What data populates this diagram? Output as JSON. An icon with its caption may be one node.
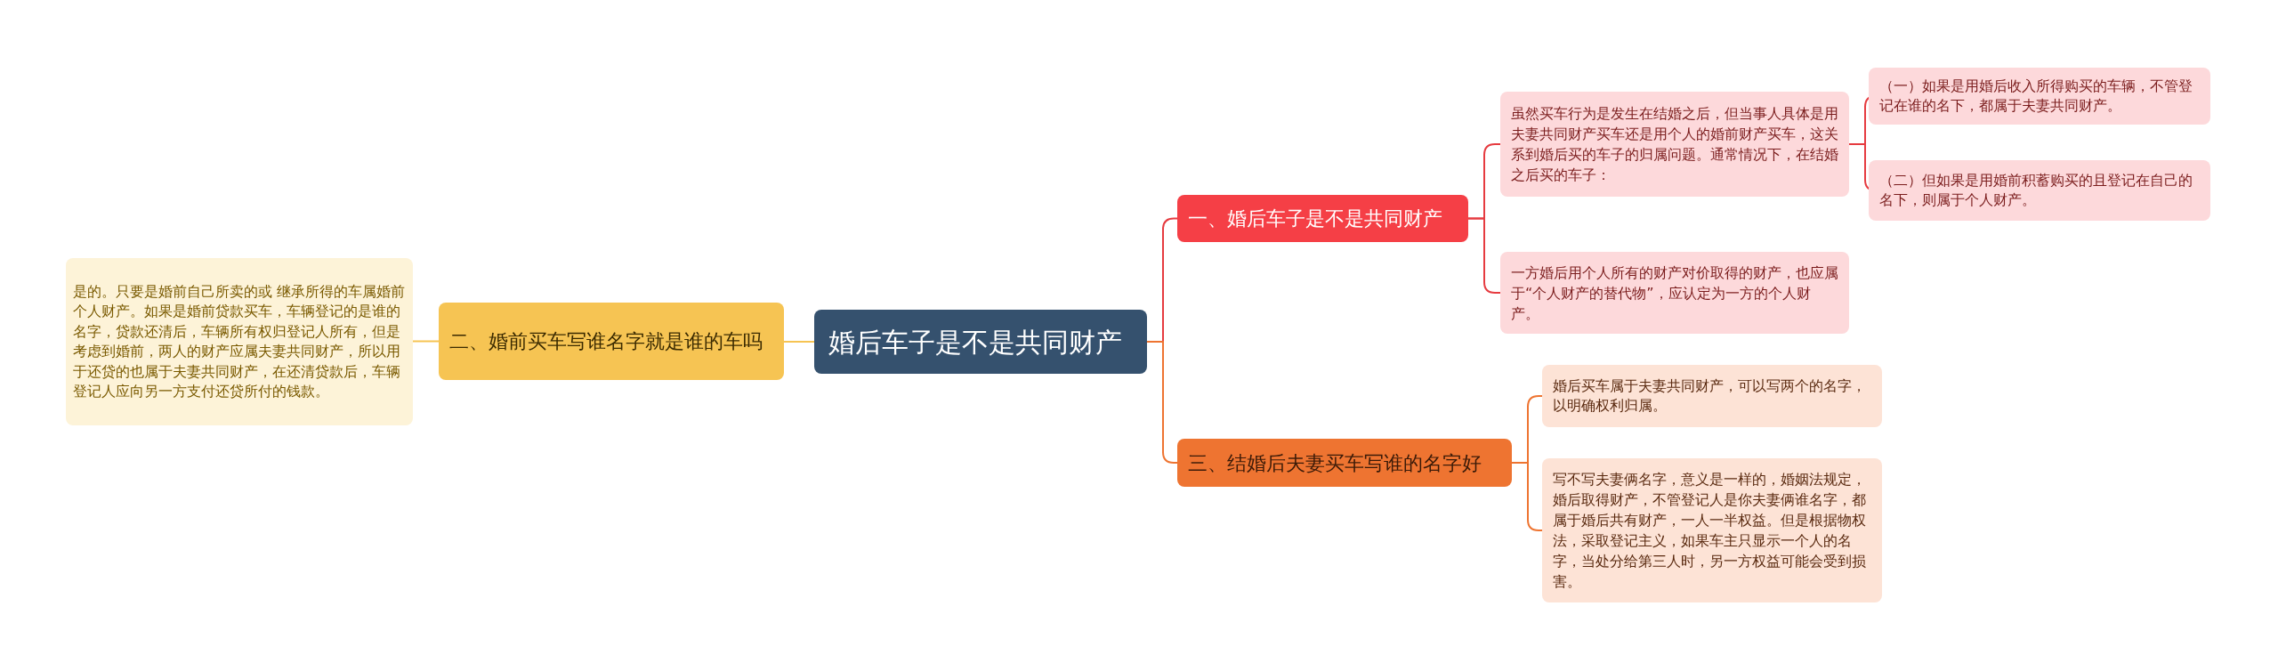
{
  "diagram": {
    "nodes": [
      {
        "text": [
          "婚后车子是不是共同财产"
        ]
      },
      {
        "text": [
          "一、婚后车子是不是共同财产"
        ]
      },
      {
        "text": [
          "虽然买车行为是发生在结婚之后，但当事人具体是用夫妻共同财产买车还是用个人的婚前财产买车，这关系到婚后买的车子的归属问题。通常情况下，在结婚之后买的车子："
        ]
      },
      {
        "text": [
          "（一）如果是用婚后收入所得购买的车辆，不管登记在谁的名下，都属于夫妻共同财产。"
        ]
      },
      {
        "text": [
          "（二）但如果是用婚前积蓄购买的且登记在自己的名下，则属于个人财产。"
        ]
      },
      {
        "text": [
          "一方婚后用个人所有的财产对价取得的财产，也应属于“个人财产的替代物”，应认定为一方的个人财产。"
        ]
      },
      {
        "text": [
          "三、结婚后夫妻买车写谁的名字好"
        ]
      },
      {
        "text": [
          "婚后买车属于夫妻共同财产，可以写两个的名字，以明确权利归属。"
        ]
      },
      {
        "text": [
          "写不写夫妻俩名字，意义是一样的，婚姻法规定，婚后取得财产，不管登记人是你夫妻俩谁名字，都属于婚后共有财产，一人一半权益。但是根据物权法，采取登记主义，如果车主只显示一个人的名字，当处分给第三人时，另一方权益可能会受到损害。"
        ]
      },
      {
        "text": [
          "二、婚前买车写谁名字就是谁的车吗"
        ]
      },
      {
        "text": [
          "是的。只要是婚前自己所卖的或 继承所得的车属婚前个人财产。如果是婚前贷款买车，车辆登记的是谁的名字，贷款还清后，车辆所有权归登记人所有，但是考虑到婚前，两人的财产应属夫妻共同财产，所以用于还贷的也属于夫妻共同财产，在还清贷款后，车辆登记人应向另一方支付还贷所付的钱款。"
        ]
      }
    ],
    "edges": [
      {
        "from": 0,
        "to": 1,
        "arrow": "none"
      },
      {
        "from": 1,
        "to": 2,
        "arrow": "none"
      },
      {
        "from": 2,
        "to": 3,
        "arrow": "none"
      },
      {
        "from": 2,
        "to": 4,
        "arrow": "none"
      },
      {
        "from": 1,
        "to": 5,
        "arrow": "none"
      },
      {
        "from": 0,
        "to": 6,
        "arrow": "none",
        "color": "#ee7431"
      },
      {
        "from": 6,
        "to": 7,
        "arrow": "none",
        "color": "#ee7431"
      },
      {
        "from": 6,
        "to": 8,
        "arrow": "none",
        "color": "#ee7431"
      },
      {
        "from": 0,
        "to": 9,
        "arrow": "none",
        "color": "#f6c453"
      },
      {
        "from": 9,
        "to": 10,
        "arrow": "none",
        "color": "#f6c453"
      }
    ]
  }
}
